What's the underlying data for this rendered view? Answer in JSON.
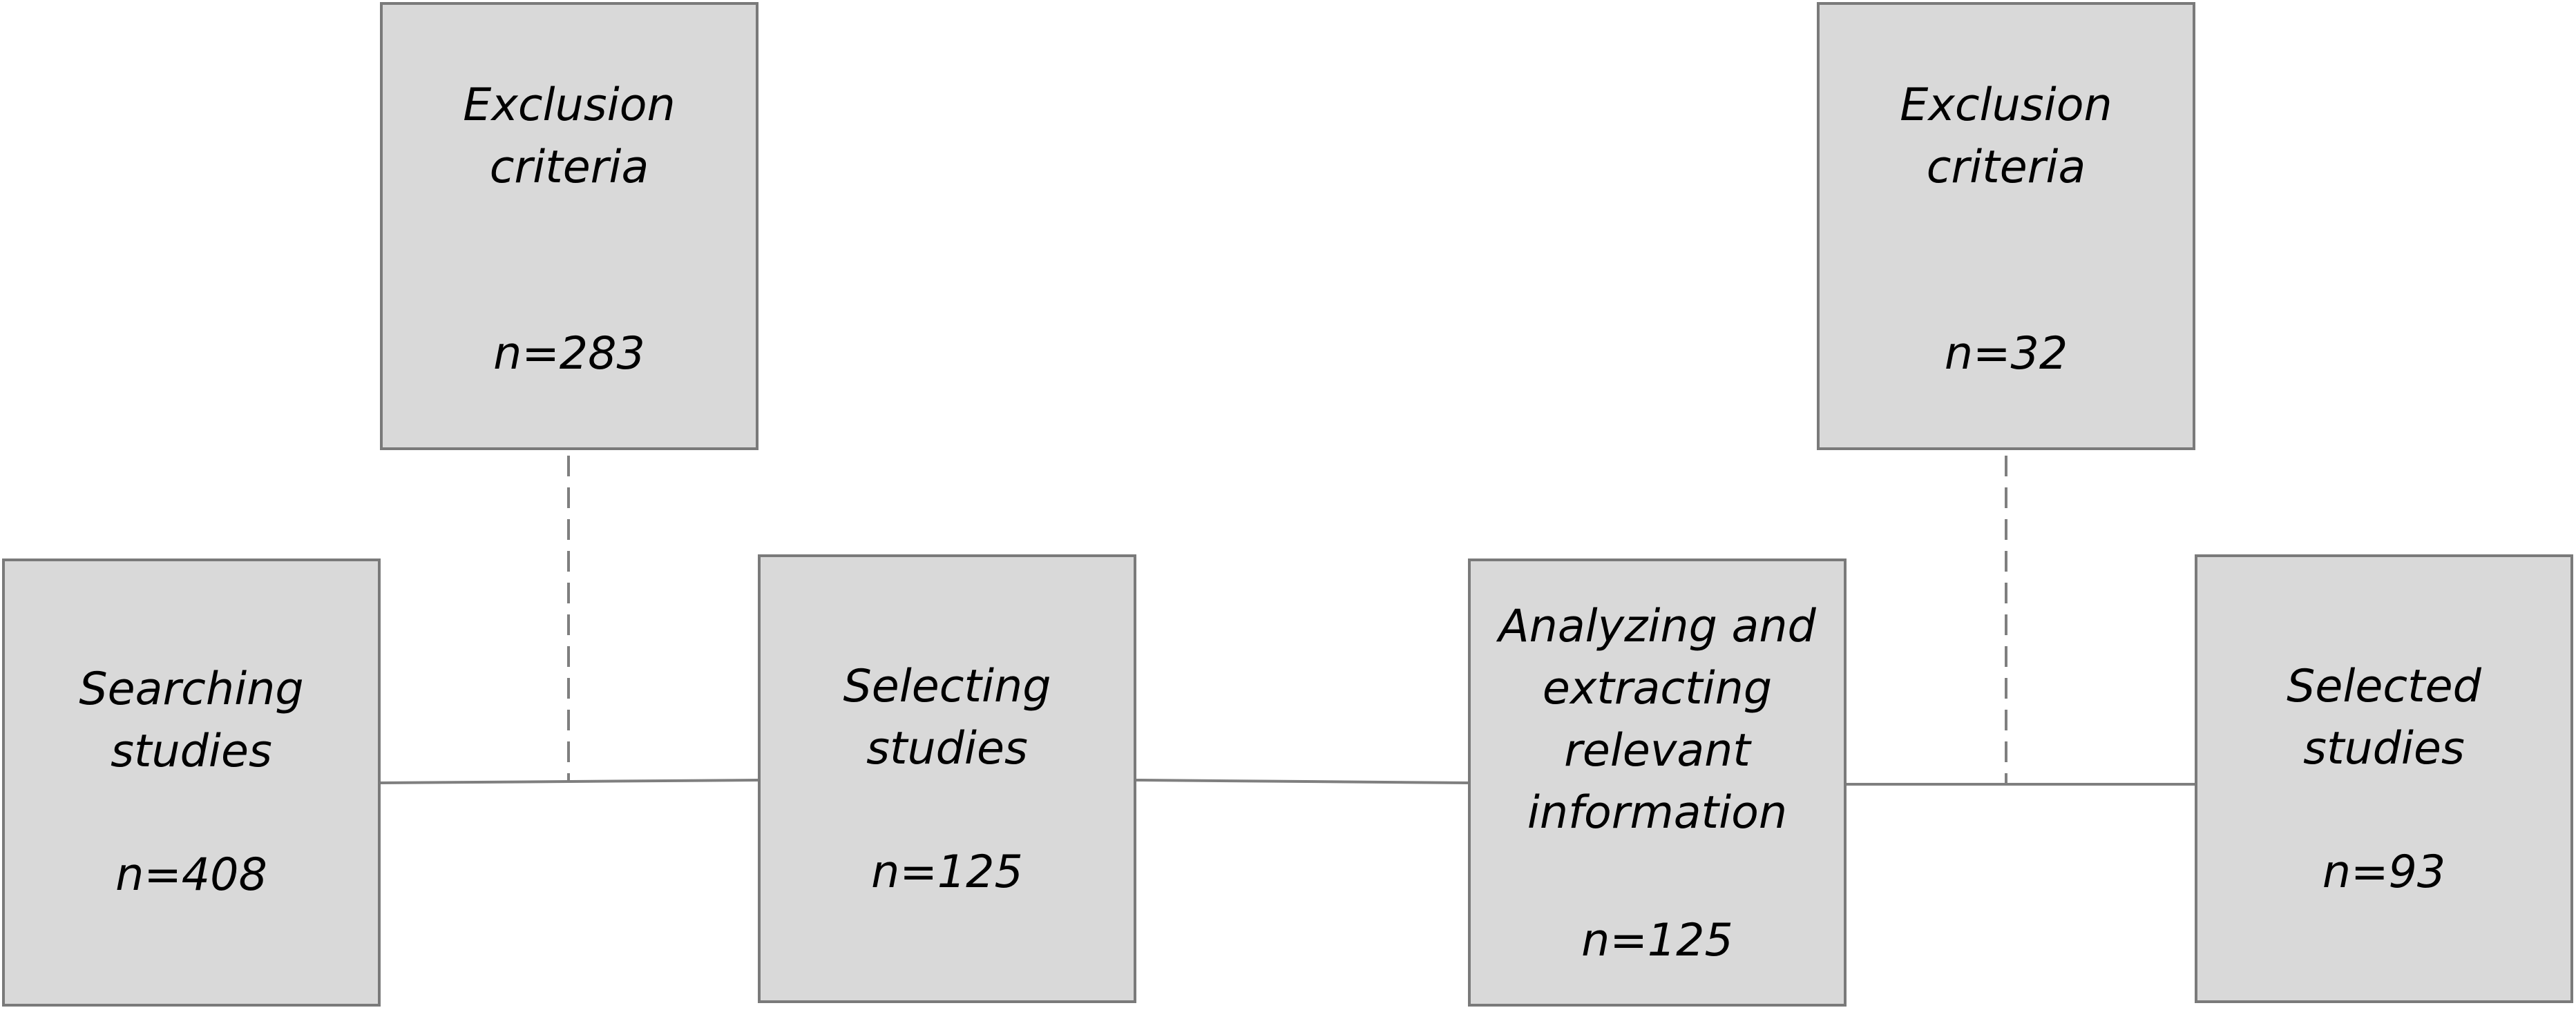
{
  "diagram": {
    "nodes": {
      "exclusion_1": {
        "title_lines": [
          "Exclusion",
          "criteria"
        ],
        "count": "n=283"
      },
      "exclusion_2": {
        "title_lines": [
          "Exclusion",
          "criteria"
        ],
        "count": "n=32"
      },
      "searching": {
        "title_lines": [
          "Searching",
          "studies"
        ],
        "count": "n=408"
      },
      "selecting": {
        "title_lines": [
          "Selecting",
          "studies"
        ],
        "count": "n=125"
      },
      "analyzing": {
        "title_lines": [
          "Analyzing and",
          "extracting",
          "relevant",
          "information"
        ],
        "count": "n=125"
      },
      "selected": {
        "title_lines": [
          "Selected",
          "studies"
        ],
        "count": "n=93"
      }
    },
    "colors": {
      "box_fill": "#d9d9d9",
      "box_border": "#7a7a7a",
      "connector": "#7f7f7f"
    }
  }
}
